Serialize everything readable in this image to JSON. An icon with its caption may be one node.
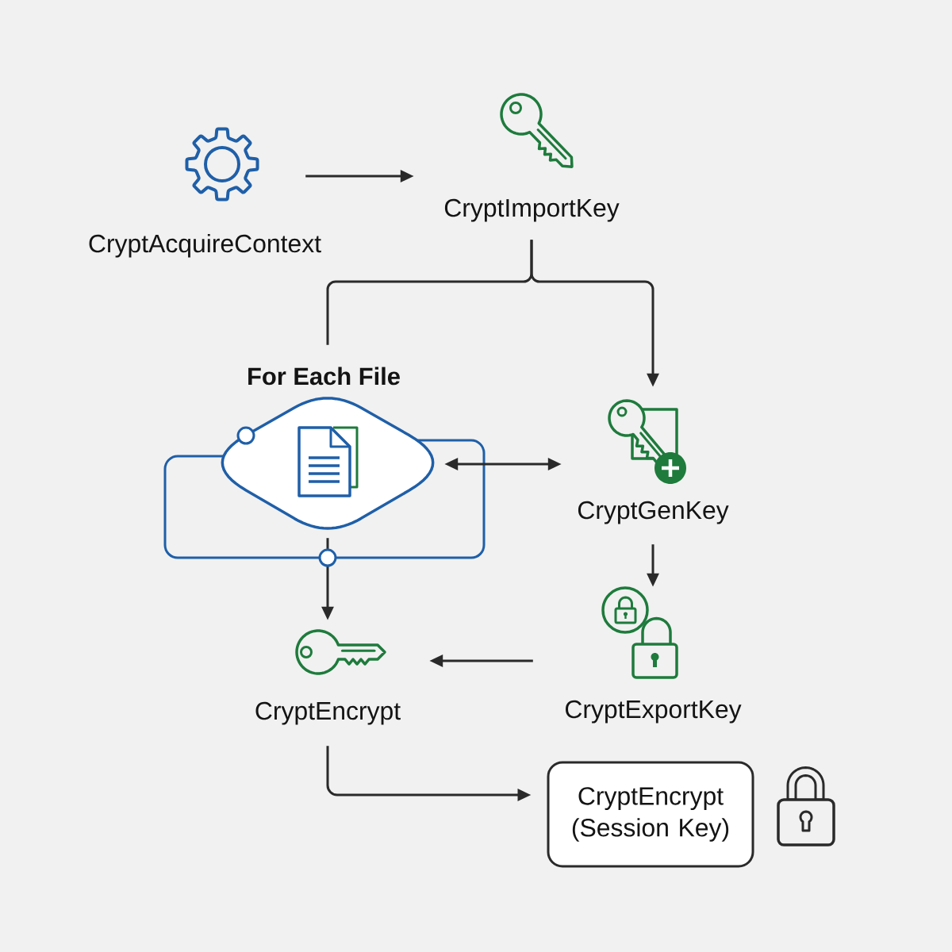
{
  "diagram": {
    "nodes": [
      {
        "text": [
          "CryptAcquireContext"
        ]
      },
      {
        "text": [
          "CryptImportKey"
        ]
      },
      {
        "text": [
          "For Each File"
        ]
      },
      {
        "text": [
          "CryptGenKey"
        ]
      },
      {
        "text": [
          "CryptExportKey"
        ]
      },
      {
        "text": [
          "CryptEncrypt"
        ]
      },
      {
        "text": [
          "CryptEncrypt (Session Key)"
        ]
      }
    ],
    "edges": [
      {
        "from": 0,
        "to": 1,
        "arrow": "to"
      },
      {
        "from": 1,
        "to": 2,
        "arrow": "none"
      },
      {
        "from": 1,
        "to": 3,
        "arrow": "to"
      },
      {
        "from": 2,
        "to": 3,
        "arrow": "both"
      },
      {
        "from": 2,
        "to": 2,
        "arrow": "none",
        "color": "#1f5fa8"
      },
      {
        "from": 2,
        "to": 5,
        "arrow": "to"
      },
      {
        "from": 3,
        "to": 4,
        "arrow": "to"
      },
      {
        "from": 4,
        "to": 5,
        "arrow": "to"
      },
      {
        "from": 5,
        "to": 6,
        "arrow": "to"
      }
    ]
  }
}
